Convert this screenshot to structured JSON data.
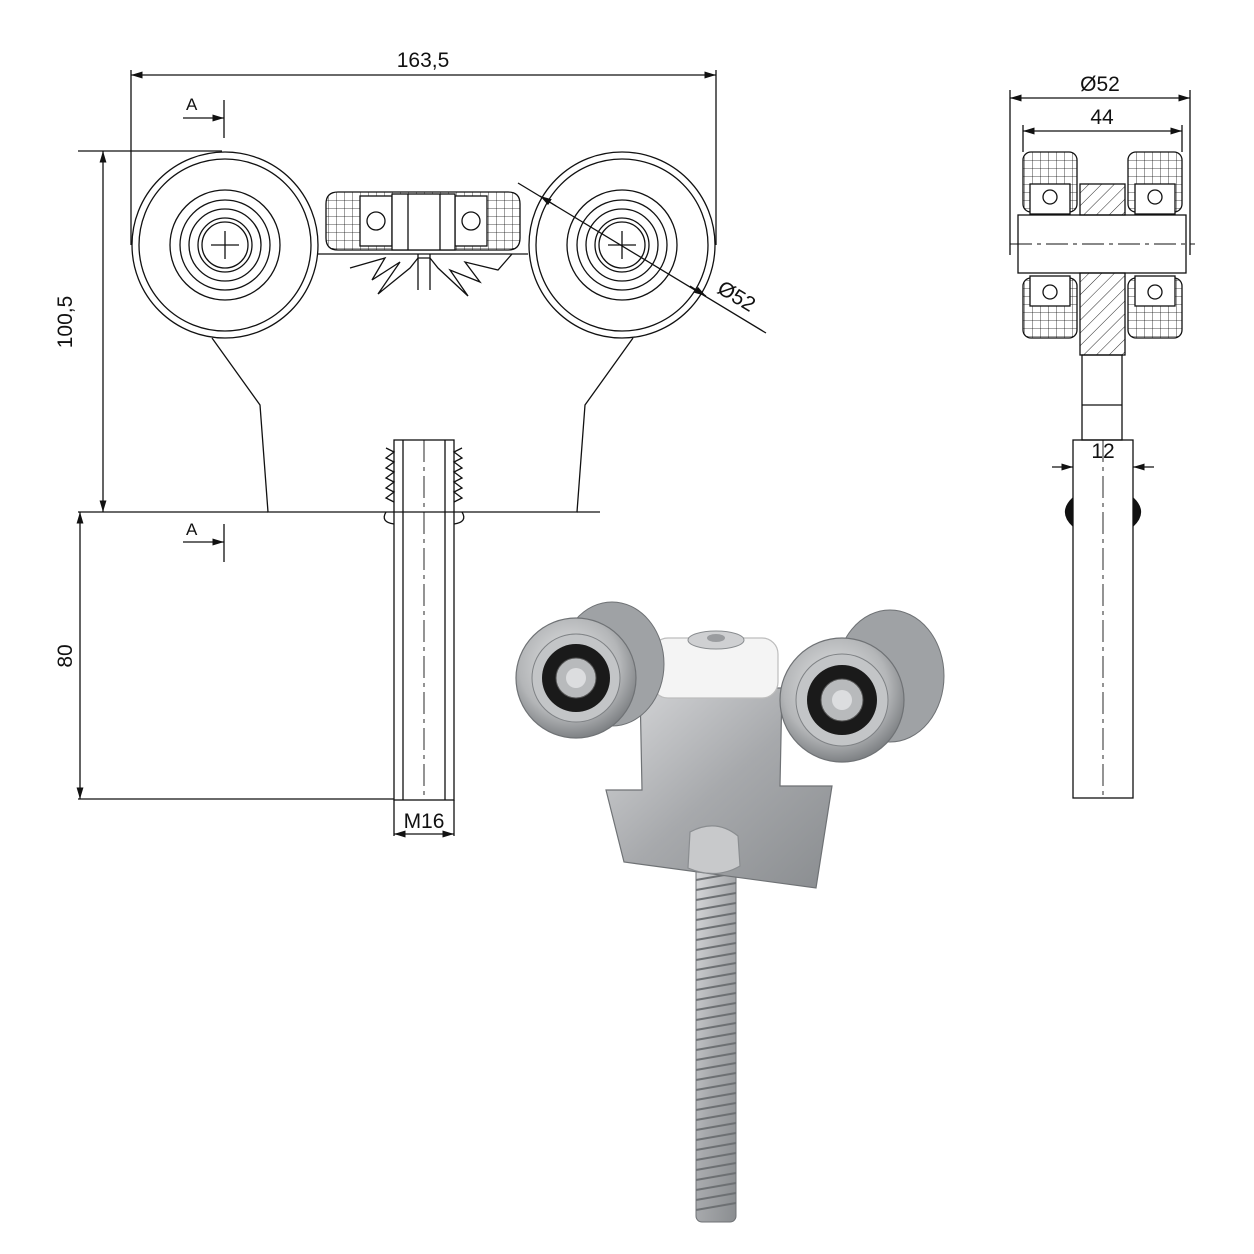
{
  "front_view": {
    "width_dim": "163,5",
    "height_dim": "100,5",
    "shaft_length_dim": "80",
    "wheel_dia_dim": "Ø52",
    "section_top": "A",
    "section_bottom": "A",
    "thread_dim": "M16"
  },
  "side_view": {
    "wheel_dia_dim": "Ø52",
    "inner_width_dim": "44",
    "shaft_width_dim": "12"
  },
  "colors": {
    "line": "#111111",
    "steel": "#b9bbbd",
    "steel_dark": "#7d8083",
    "bearing_black": "#1a1a1a",
    "nylon_white": "#f4f4f4"
  }
}
